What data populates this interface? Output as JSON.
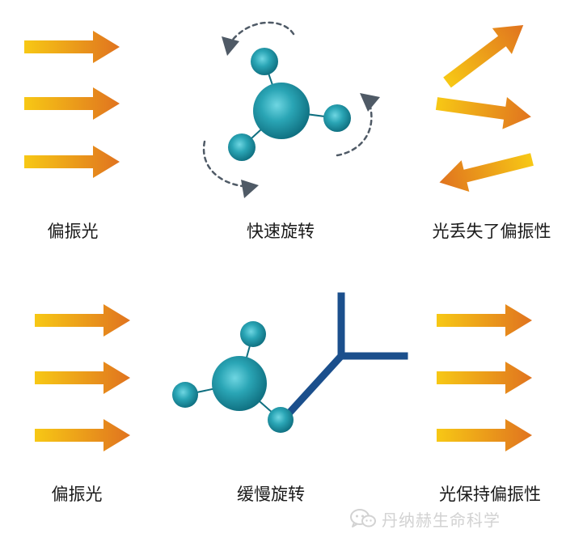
{
  "labels": {
    "top_left": "偏振光",
    "top_middle": "快速旋转",
    "top_right": "光丢失了偏振性",
    "bottom_left": "偏振光",
    "bottom_middle": "缓慢旋转",
    "bottom_right": "光保持偏振性"
  },
  "watermark": {
    "text": "丹纳赫生命科学",
    "icon": "wechat-icon"
  },
  "colors": {
    "arrow_start": "#f7c815",
    "arrow_end": "#e0731f",
    "molecule_teal": "#2aa5b5",
    "molecule_dark": "#0f6f80",
    "antibody_blue": "#1b4f8c",
    "rotation_arrow": "#4f5a66",
    "text": "#1a1a1a",
    "watermark": "#d2d2d2"
  }
}
